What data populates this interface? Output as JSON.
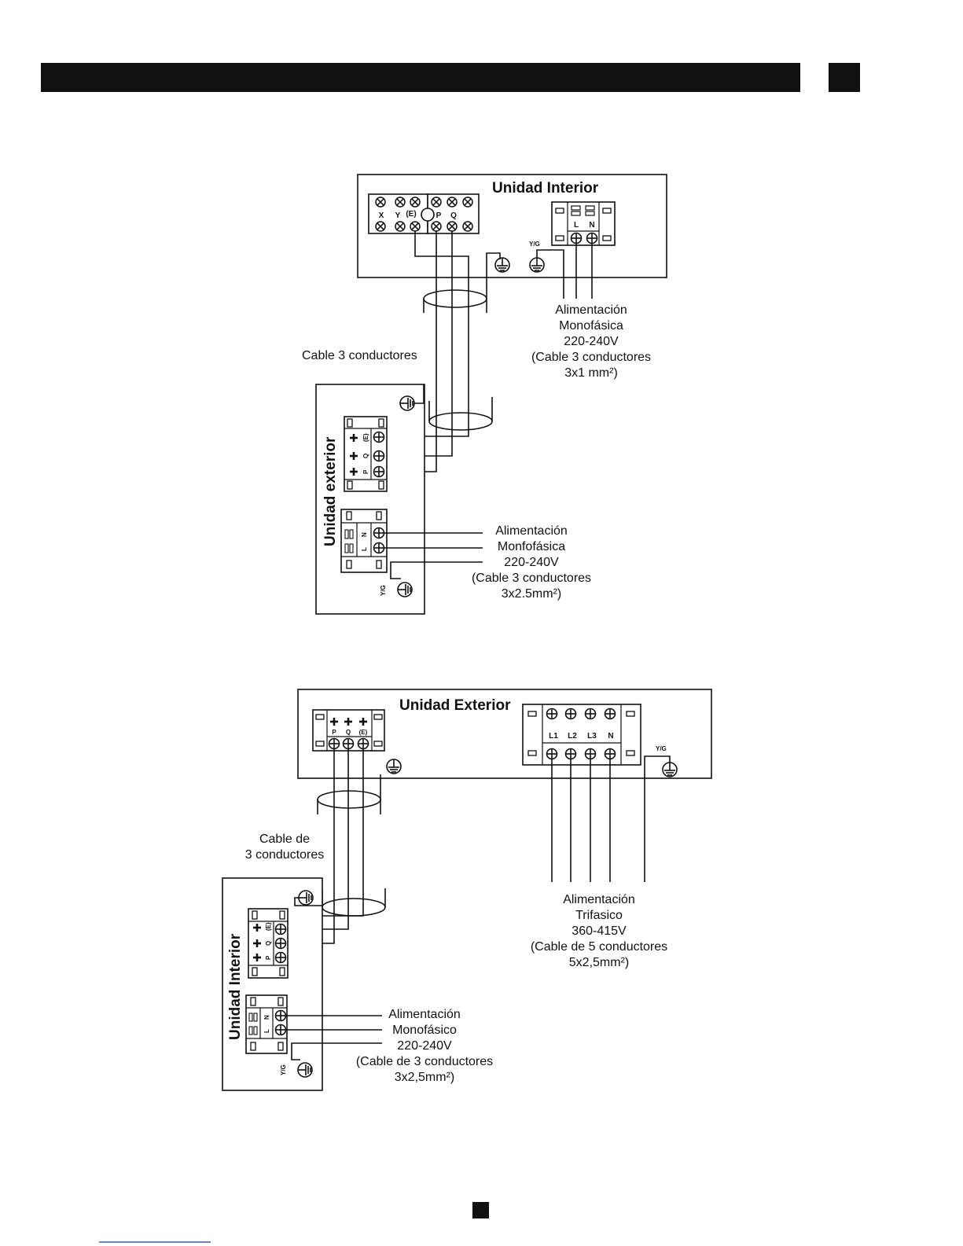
{
  "diagram1": {
    "indoor_title": "Unidad Interior",
    "indoor_terminal_labels": [
      "X",
      "Y",
      "(E)",
      "P",
      "Q"
    ],
    "indoor_power_labels": [
      "L",
      "N"
    ],
    "indoor_ground_label": "Y/G",
    "supply_lines": [
      "Alimentación",
      "Monofásica",
      "220-240V",
      "(Cable 3 conductores",
      "3x1 mm²)"
    ],
    "signal_cable_label": "Cable 3 conductores",
    "outdoor_title": "Unidad exterior",
    "outdoor_terminal_labels": [
      "(E)",
      "Q",
      "P"
    ],
    "outdoor_power_labels": [
      "N",
      "L"
    ],
    "outdoor_ground_label": "Y/G",
    "outdoor_supply_lines": [
      "Alimentación",
      "Monfofásica",
      "220-240V",
      "(Cable 3 conductores",
      "3x2.5mm²)"
    ]
  },
  "diagram2": {
    "outdoor_title": "Unidad Exterior",
    "outdoor_terminal_labels": [
      "P",
      "Q",
      "(E)"
    ],
    "three_phase_labels": [
      "L1",
      "L2",
      "L3",
      "N"
    ],
    "outdoor_ground_label": "Y/G",
    "signal_cable_lines": [
      "Cable de",
      "3 conductores"
    ],
    "three_phase_supply_lines": [
      "Alimentación",
      "Trifasico",
      "360-415V",
      "(Cable de 5 conductores",
      "5x2,5mm²)"
    ],
    "indoor_title": "Unidad Interior",
    "indoor_terminal_labels": [
      "(E)",
      "Q",
      "P"
    ],
    "indoor_power_labels": [
      "N",
      "L"
    ],
    "indoor_ground_label": "Y/G",
    "indoor_supply_lines": [
      "Alimentación",
      "Monofásico",
      "220-240V",
      "(Cable de 3 conductores",
      "3x2,5mm²)"
    ]
  }
}
